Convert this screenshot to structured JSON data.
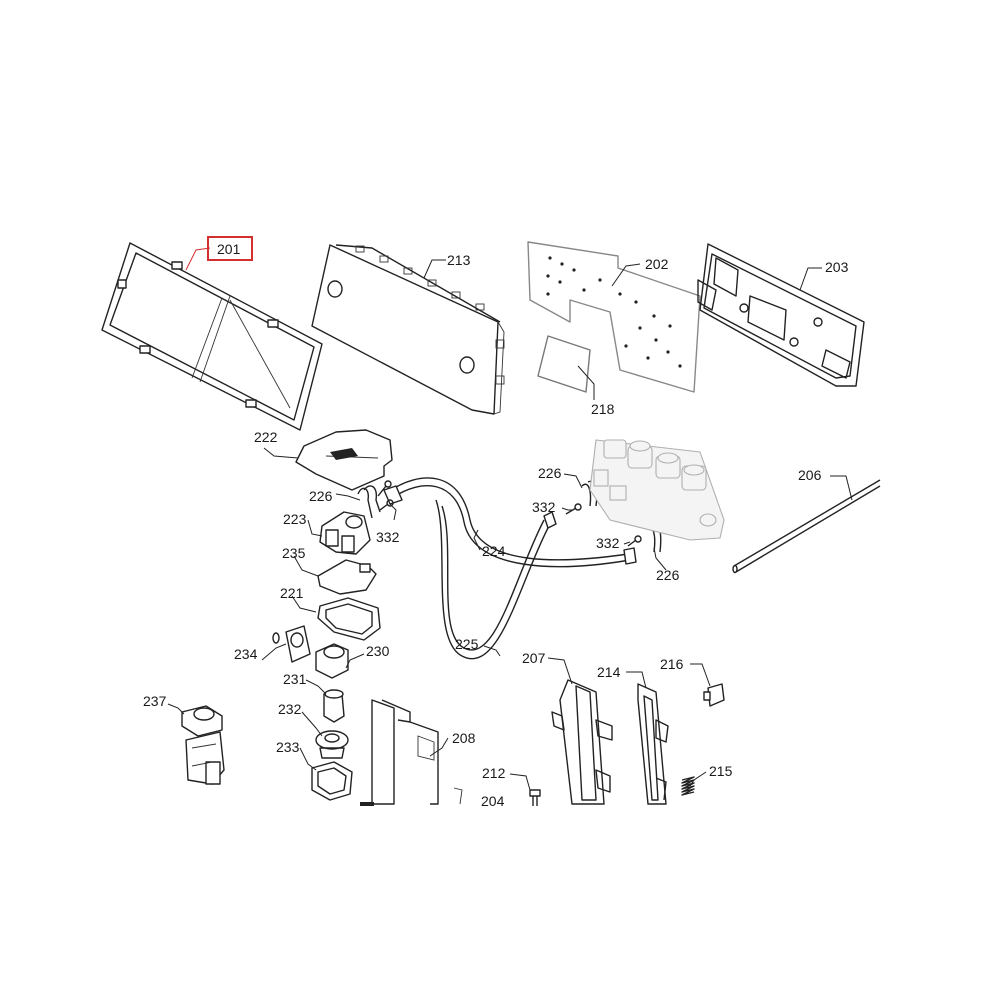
{
  "diagram": {
    "highlight_color": "#d32f2f",
    "line_color": "#222222",
    "callouts": [
      {
        "id": "c201",
        "label": "201",
        "highlighted": true
      },
      {
        "id": "c213",
        "label": "213"
      },
      {
        "id": "c202",
        "label": "202"
      },
      {
        "id": "c203",
        "label": "203"
      },
      {
        "id": "c218",
        "label": "218"
      },
      {
        "id": "c222",
        "label": "222"
      },
      {
        "id": "c226a",
        "label": "226"
      },
      {
        "id": "c332a",
        "label": "332"
      },
      {
        "id": "c223",
        "label": "223"
      },
      {
        "id": "c235",
        "label": "235"
      },
      {
        "id": "c221",
        "label": "221"
      },
      {
        "id": "c234",
        "label": "234"
      },
      {
        "id": "c230",
        "label": "230"
      },
      {
        "id": "c231",
        "label": "231"
      },
      {
        "id": "c232",
        "label": "232"
      },
      {
        "id": "c233",
        "label": "233"
      },
      {
        "id": "c237",
        "label": "237"
      },
      {
        "id": "c224",
        "label": "224"
      },
      {
        "id": "c225",
        "label": "225"
      },
      {
        "id": "c226b",
        "label": "226"
      },
      {
        "id": "c332b",
        "label": "332"
      },
      {
        "id": "c332c",
        "label": "332"
      },
      {
        "id": "c226c",
        "label": "226"
      },
      {
        "id": "c206",
        "label": "206"
      },
      {
        "id": "c207",
        "label": "207"
      },
      {
        "id": "c214",
        "label": "214"
      },
      {
        "id": "c216",
        "label": "216"
      },
      {
        "id": "c208",
        "label": "208"
      },
      {
        "id": "c212",
        "label": "212"
      },
      {
        "id": "c204",
        "label": "204"
      },
      {
        "id": "c215",
        "label": "215"
      }
    ]
  }
}
